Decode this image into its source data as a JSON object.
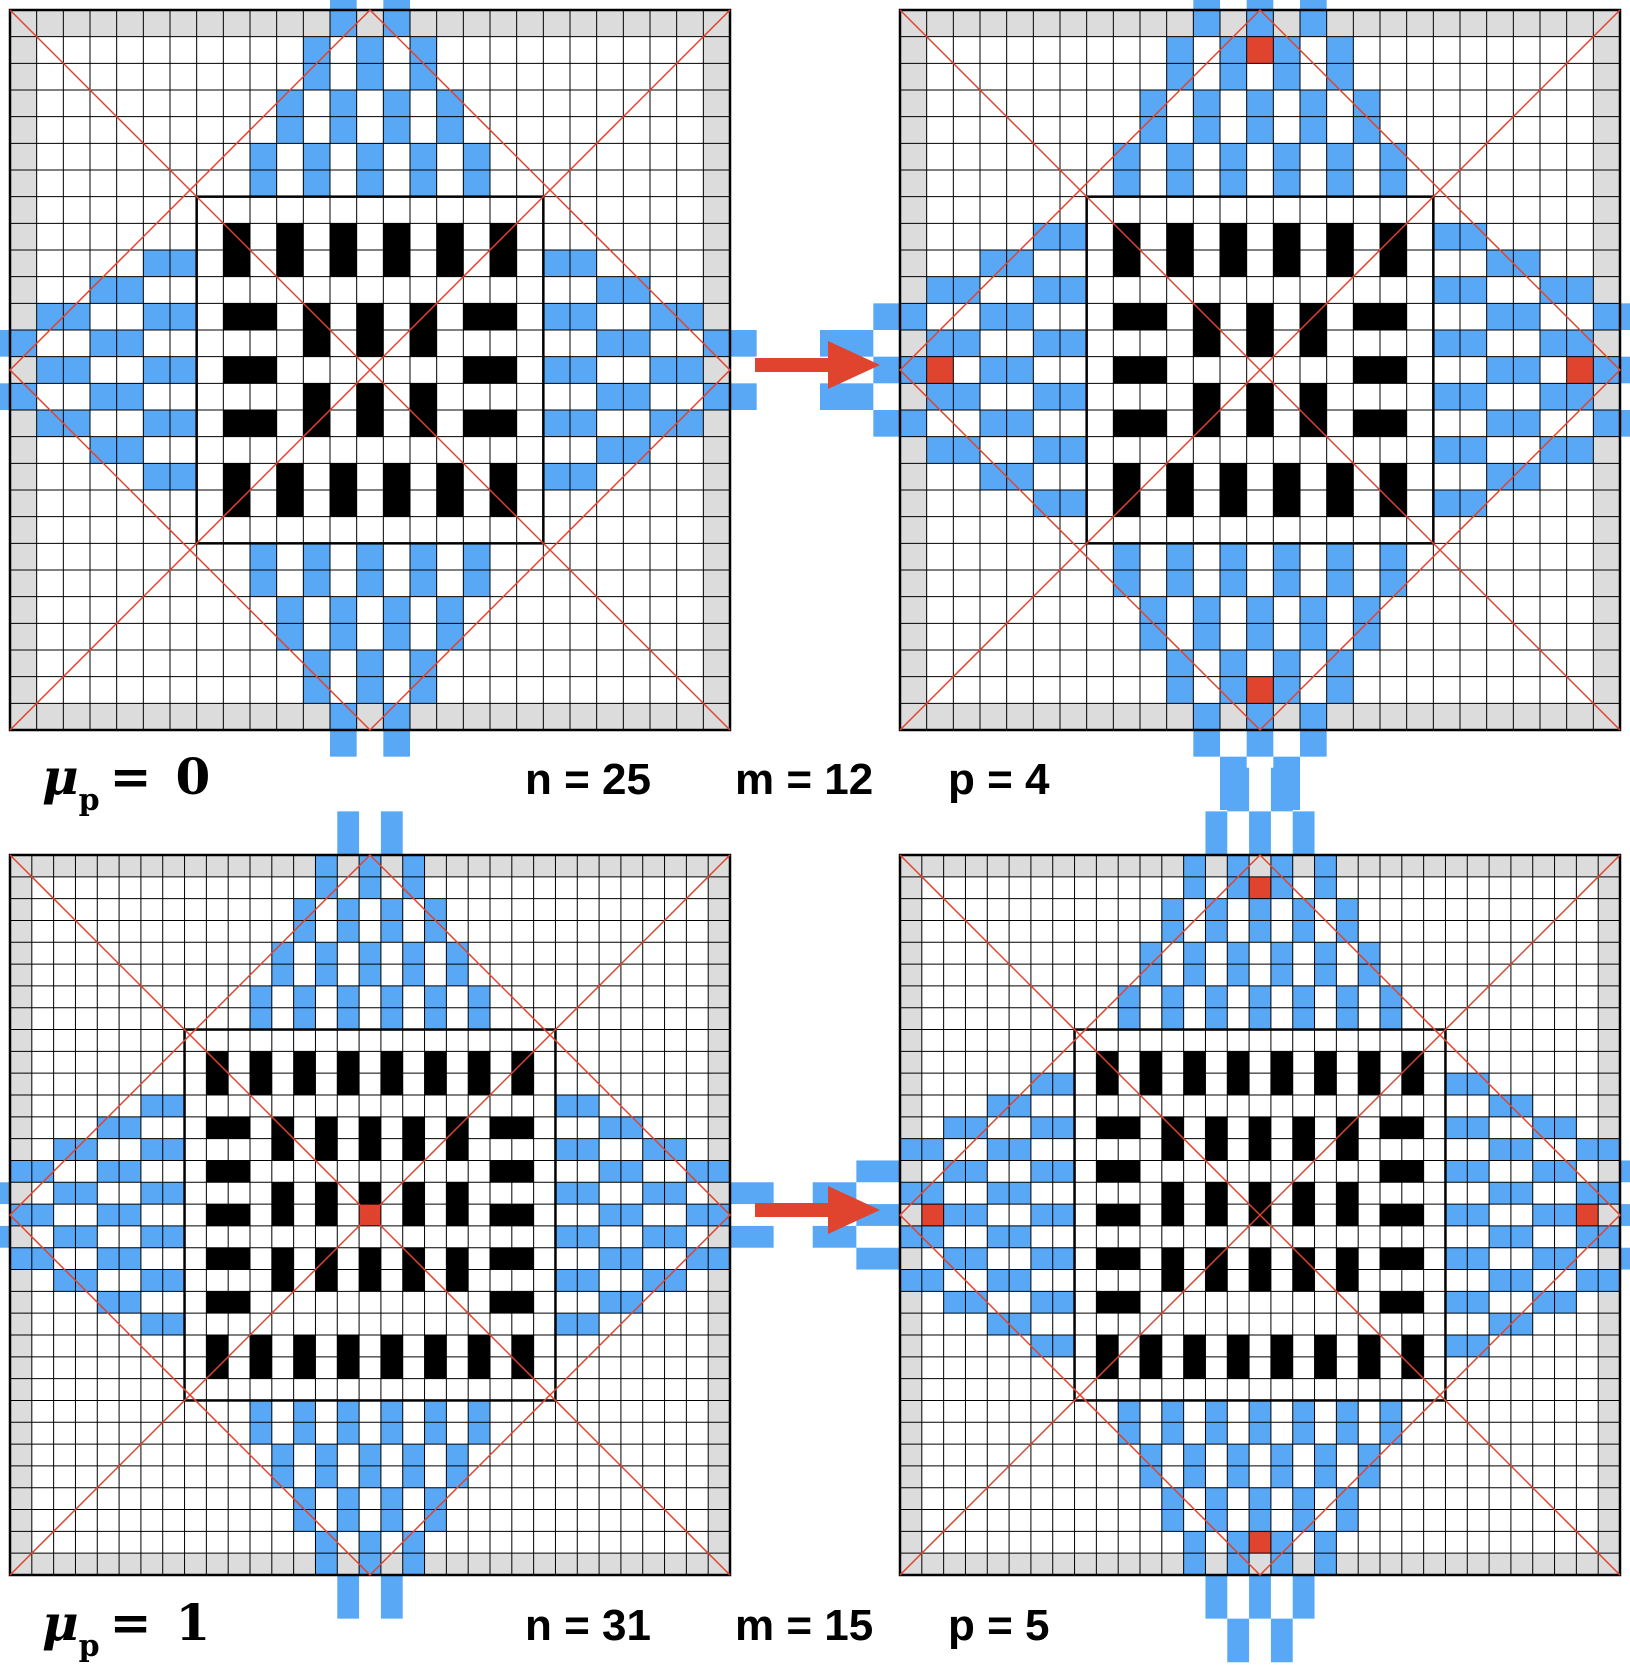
{
  "colors": {
    "border_cell": "#dcdcdc",
    "grid_line": "#000000",
    "diagonal": "#e0432e",
    "blue": "#58a8f5",
    "red": "#e0432e",
    "black": "#000000"
  },
  "rows": [
    {
      "mu_symbol": "μ",
      "mu_sub": "p",
      "mu_eq": "=",
      "mu_value": "0",
      "n_label": "n = 25",
      "m_label": "m = 12",
      "p_label": "p = 4",
      "n": 25,
      "m": 12,
      "p": 4,
      "arrow": "right-arrow-icon"
    },
    {
      "mu_symbol": "μ",
      "mu_sub": "p",
      "mu_eq": "=",
      "mu_value": "1",
      "n_label": "n = 31",
      "m_label": "m = 15",
      "p_label": "p = 5",
      "n": 31,
      "m": 15,
      "p": 5,
      "arrow": "right-arrow-icon"
    }
  ]
}
